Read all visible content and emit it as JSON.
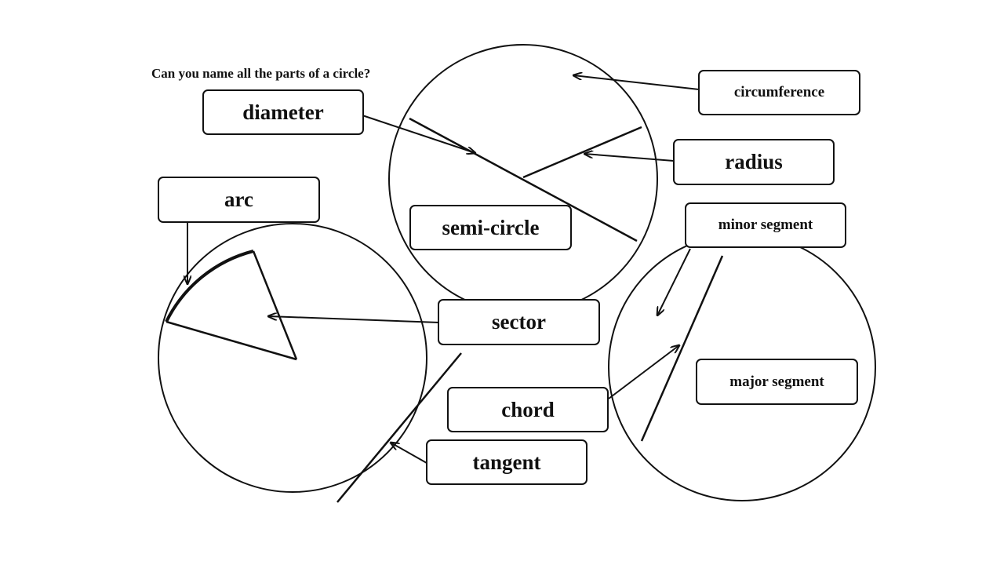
{
  "question": "Can you name all the parts of a circle?",
  "labels": {
    "diameter": "diameter",
    "circumference": "circumference",
    "radius": "radius",
    "semi_circle": "semi-circle",
    "arc": "arc",
    "sector": "sector",
    "minor_segment": "minor segment",
    "major_segment": "major segment",
    "chord": "chord",
    "tangent": "tangent"
  },
  "colors": {
    "ink": "#111111",
    "background": "#ffffff"
  }
}
